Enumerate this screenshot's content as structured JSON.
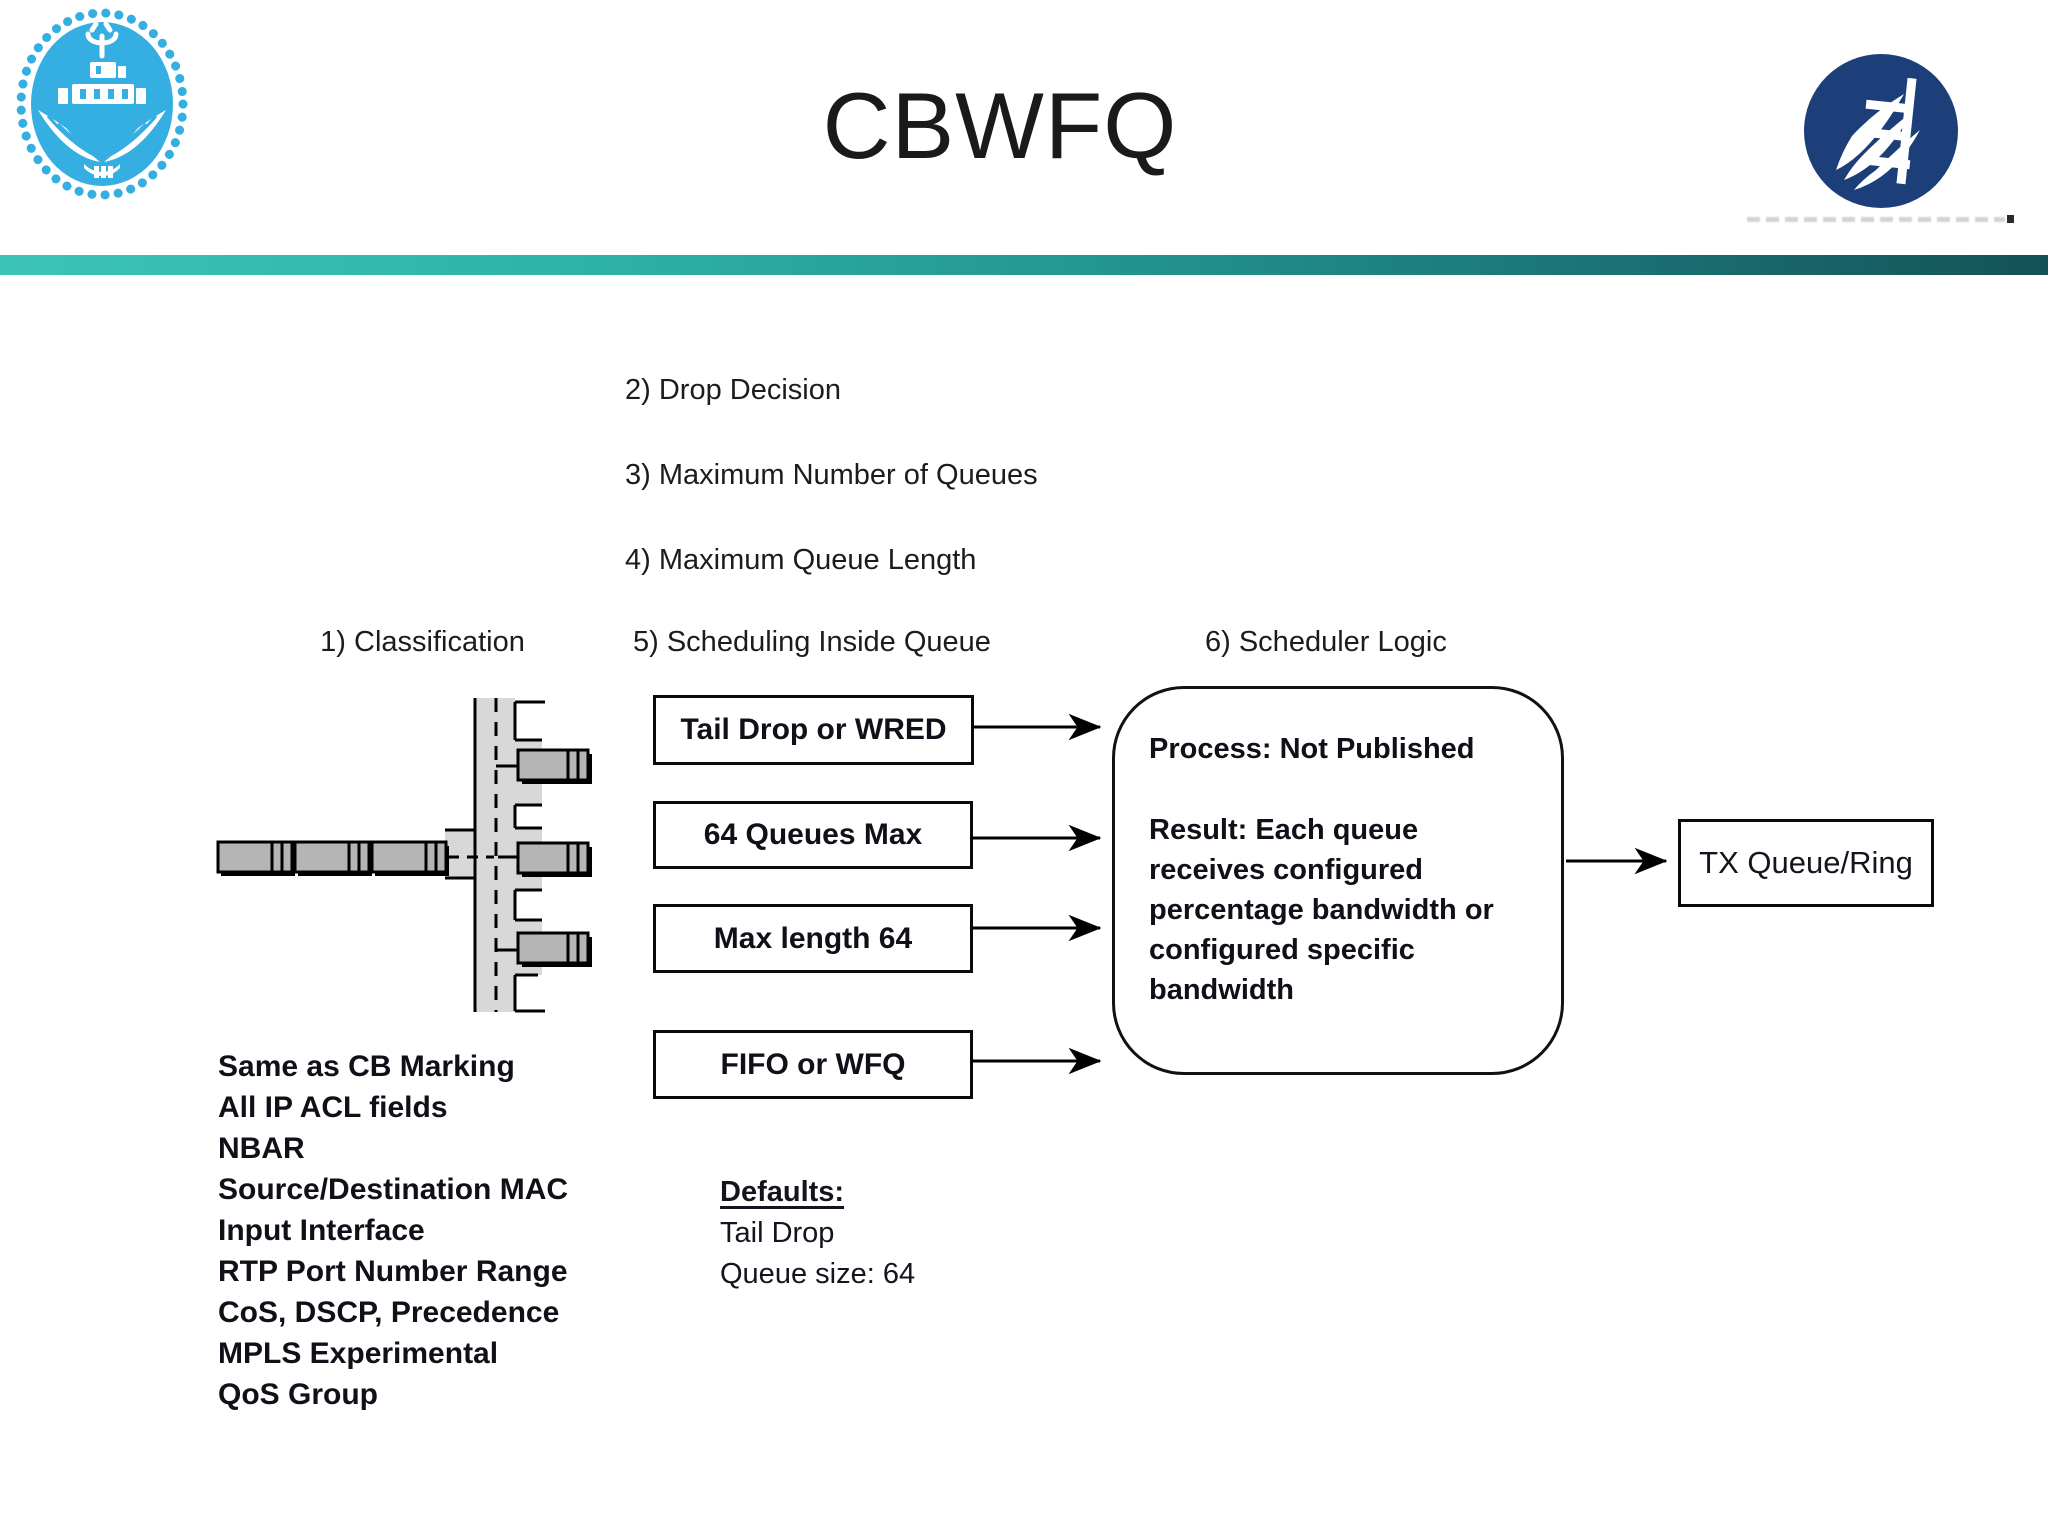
{
  "title": "CBWFQ",
  "colors": {
    "accent_bar_left": "#3cc3b7",
    "accent_bar_right": "#145257",
    "university_logo_blue": "#35aee2",
    "right_logo_navy": "#1d3f79",
    "diagram_gray": "#d8d8d8",
    "packet_gray": "#b5b5b5"
  },
  "steps": {
    "s1": "1) Classification",
    "s2": "2) Drop Decision",
    "s3": "3) Maximum Number of Queues",
    "s4": "4) Maximum Queue Length",
    "s5": "5) Scheduling Inside Queue",
    "s6": "6) Scheduler Logic"
  },
  "flow_boxes": {
    "drop_policy": "Tail Drop or WRED",
    "max_queues": "64 Queues Max",
    "max_length": "Max length 64",
    "inside_scheduling": "FIFO or WFQ"
  },
  "scheduler_logic": {
    "process": "Process: Not Published",
    "result": "Result: Each queue receives configured percentage bandwidth or configured specific bandwidth"
  },
  "tx_label": "TX Queue/Ring",
  "classification": {
    "criteria": [
      "Same as CB Marking",
      "All IP ACL fields",
      "NBAR",
      "Source/Destination MAC",
      "Input Interface",
      "RTP Port Number Range",
      "CoS, DSCP, Precedence",
      "MPLS Experimental",
      "QoS Group"
    ]
  },
  "defaults": {
    "heading": "Defaults:",
    "line1": "Tail Drop",
    "line2": "Queue size: 64"
  }
}
